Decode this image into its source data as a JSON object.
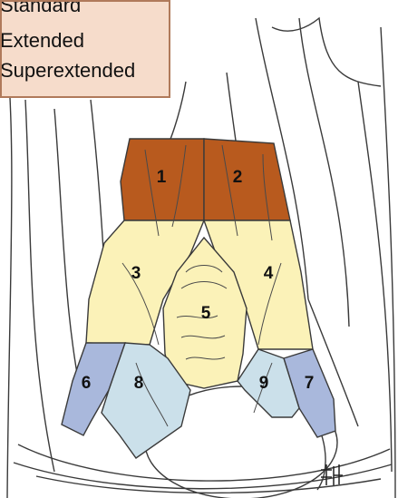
{
  "legend": {
    "items": [
      "Standard",
      "Extended",
      "Superextended"
    ]
  },
  "zones": [
    {
      "id": "1",
      "label": "1",
      "tier": "standard",
      "color": "#b85a1e"
    },
    {
      "id": "2",
      "label": "2",
      "tier": "standard",
      "color": "#b85a1e"
    },
    {
      "id": "3",
      "label": "3",
      "tier": "extended",
      "color": "#fbf2b8"
    },
    {
      "id": "4",
      "label": "4",
      "tier": "extended",
      "color": "#fbf2b8"
    },
    {
      "id": "5",
      "label": "5",
      "tier": "extended",
      "color": "#fbf2b8"
    },
    {
      "id": "6",
      "label": "6",
      "tier": "superextended",
      "color": "#a9b8dc"
    },
    {
      "id": "7",
      "label": "7",
      "tier": "superextended",
      "color": "#a9b8dc"
    },
    {
      "id": "8",
      "label": "8",
      "tier": "superextended",
      "color": "#cbe0ea"
    },
    {
      "id": "9",
      "label": "9",
      "tier": "superextended",
      "color": "#cbe0ea"
    }
  ],
  "colors": {
    "legend_bg": "#f6dccb",
    "legend_border": "#b07a5b",
    "line": "#333333"
  }
}
